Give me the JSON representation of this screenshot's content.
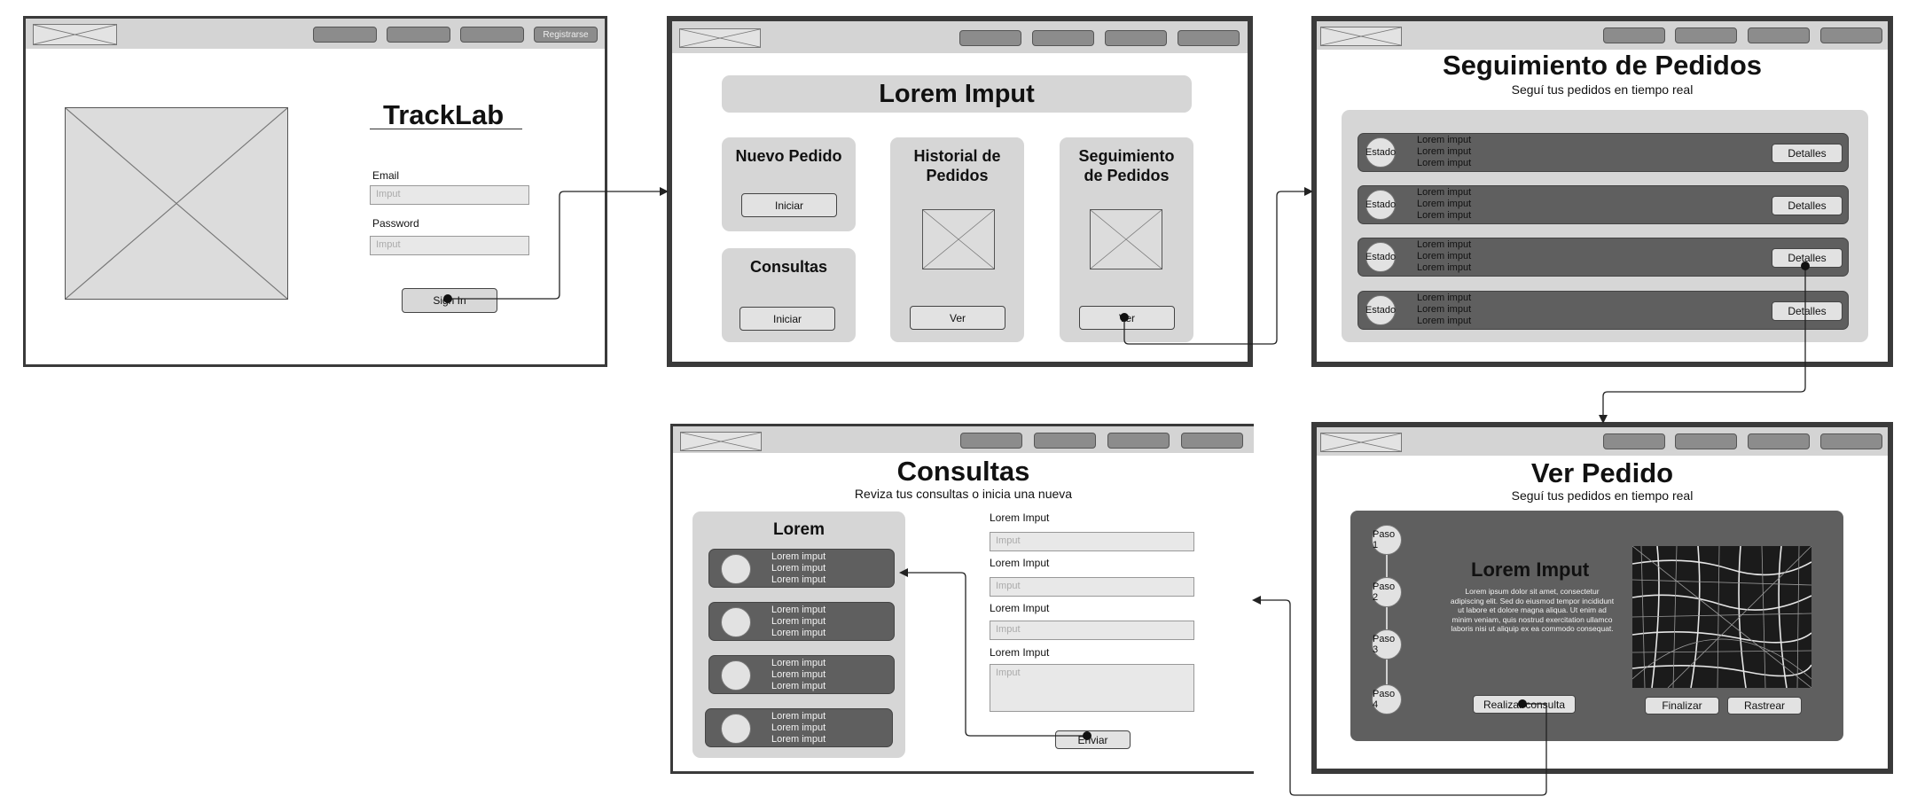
{
  "screen1": {
    "register_label": "Registrarse",
    "title": "TrackLab",
    "email_label": "Email",
    "email_placeholder": "Imput",
    "password_label": "Password",
    "password_placeholder": "Imput",
    "signin_label": "Sign In"
  },
  "screen2": {
    "banner": "Lorem Imput",
    "card_nuevo": "Nuevo Pedido",
    "card_nuevo_btn": "Iniciar",
    "card_consultas": "Consultas",
    "card_consultas_btn": "Iniciar",
    "card_historial_l1": "Historial de",
    "card_historial_l2": "Pedidos",
    "card_historial_btn": "Ver",
    "card_seguimiento_l1": "Seguimiento",
    "card_seguimiento_l2": "de Pedidos",
    "card_seguimiento_btn": "Ver"
  },
  "screen3": {
    "title": "Seguimiento de Pedidos",
    "subtitle": "Seguí tus pedidos en tiempo real",
    "rows": [
      {
        "badge": "Estado",
        "l1": "Lorem imput",
        "l2": "Lorem imput",
        "l3": "Lorem imput",
        "btn": "Detalles"
      },
      {
        "badge": "Estado",
        "l1": "Lorem imput",
        "l2": "Lorem imput",
        "l3": "Lorem imput",
        "btn": "Detalles"
      },
      {
        "badge": "Estado",
        "l1": "Lorem imput",
        "l2": "Lorem imput",
        "l3": "Lorem imput",
        "btn": "Detalles"
      },
      {
        "badge": "Estado",
        "l1": "Lorem imput",
        "l2": "Lorem imput",
        "l3": "Lorem imput",
        "btn": "Detalles"
      }
    ]
  },
  "screen4": {
    "title": "Ver Pedido",
    "subtitle": "Seguí tus pedidos en tiempo real",
    "steps": [
      "Paso 1",
      "Paso 2",
      "Paso 3",
      "Paso 4"
    ],
    "heading": "Lorem Imput",
    "paragraph": "Lorem ipsum dolor sit amet, consectetur adipiscing elit. Sed do eiusmod tempor incididunt ut labore et dolore magna aliqua. Ut enim ad minim veniam, quis nostrud exercitation ullamco laboris nisi ut aliquip ex ea commodo consequat.",
    "consulta_btn": "Realizar consulta",
    "finalizar_btn": "Finalizar",
    "rastrear_btn": "Rastrear"
  },
  "screen5": {
    "title": "Consultas",
    "subtitle": "Reviza tus consultas o inicia una nueva",
    "panel_title": "Lorem",
    "items": [
      {
        "l1": "Lorem imput",
        "l2": "Lorem imput",
        "l3": "Lorem imput"
      },
      {
        "l1": "Lorem imput",
        "l2": "Lorem imput",
        "l3": "Lorem imput"
      },
      {
        "l1": "Lorem imput",
        "l2": "Lorem imput",
        "l3": "Lorem imput"
      },
      {
        "l1": "Lorem imput",
        "l2": "Lorem imput",
        "l3": "Lorem imput"
      }
    ],
    "fields": [
      {
        "label": "Lorem Imput",
        "placeholder": "Imput"
      },
      {
        "label": "Lorem Imput",
        "placeholder": "Imput"
      },
      {
        "label": "Lorem Imput",
        "placeholder": "Imput"
      },
      {
        "label": "Lorem Imput",
        "placeholder": "Imput"
      }
    ],
    "send_btn": "Enviar"
  }
}
